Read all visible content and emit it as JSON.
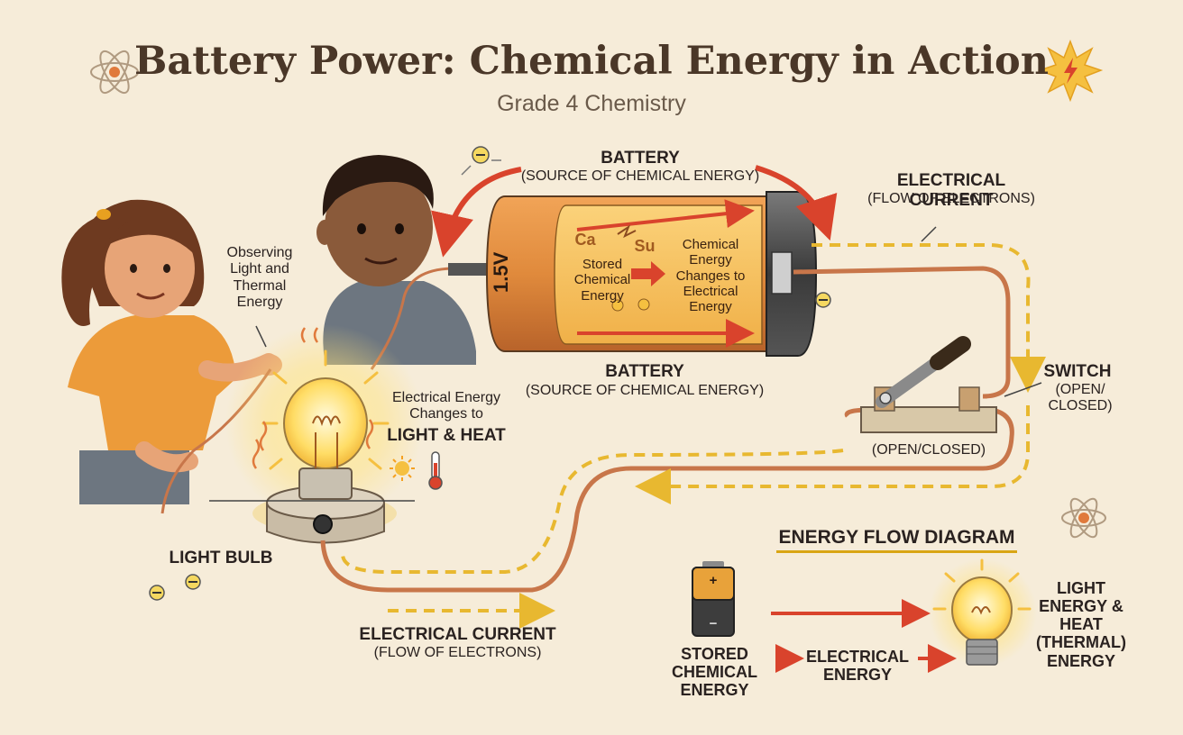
{
  "title": "Battery Power: Chemical Energy in Action",
  "subtitle": "Grade 4 Chemistry",
  "battery": {
    "top_label": "BATTERY",
    "top_sublabel": "(SOURCE OF CHEMICAL ENERGY)",
    "bottom_label": "BATTERY",
    "bottom_sublabel": "(SOURCE OF CHEMICAL ENERGY)",
    "voltage": "1.5V",
    "stored_text": "Stored Chemical Energy",
    "change_text": "Chemical Energy Changes to Electrical Energy",
    "element_left": "Ca",
    "element_right": "Su"
  },
  "current_top": {
    "label": "ELECTRICAL CURRENT",
    "sublabel": "(FLOW OF ELECTRONS)"
  },
  "current_bottom": {
    "label": "ELECTRICAL CURRENT",
    "sublabel": "(FLOW OF ELECTRONS)"
  },
  "switch": {
    "label": "SWITCH",
    "sublabel": "(OPEN/ CLOSED)",
    "base_label": "(OPEN/CLOSED)"
  },
  "observer_text": "Observing Light and Thermal Energy",
  "bulb": {
    "change_text": "Electrical Energy Changes to",
    "change_emphasis": "LIGHT & HEAT",
    "label": "LIGHT BULB"
  },
  "energy_flow": {
    "heading": "ENERGY FLOW DIAGRAM",
    "stored": "STORED CHEMICAL ENERGY",
    "electrical": "ELECTRICAL ENERGY",
    "output": "LIGHT ENERGY & HEAT (THERMAL) ENERGY",
    "battery_plus": "+",
    "battery_minus": "−"
  },
  "colors": {
    "background": "#f6ecd9",
    "copper": "#c8764a",
    "current_dash": "#e8b830",
    "arrow_red": "#d9432c",
    "battery_orange": "#e08a3c",
    "title_brown": "#4a3728"
  }
}
